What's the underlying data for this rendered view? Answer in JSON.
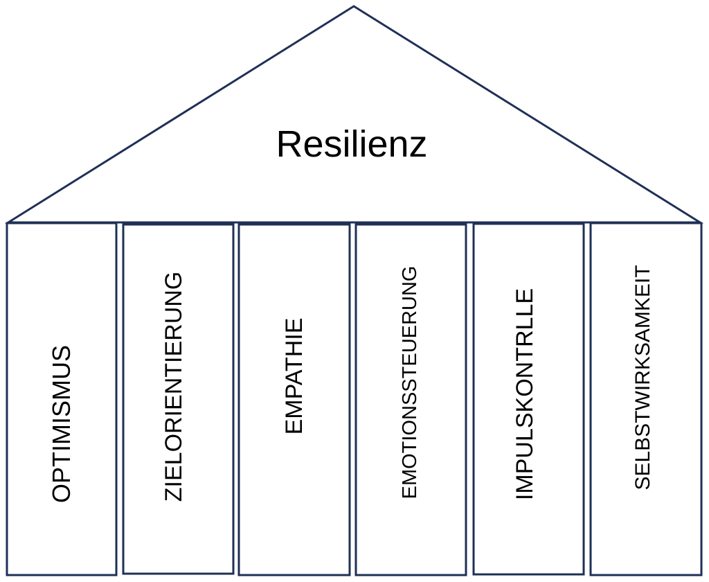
{
  "roof": {
    "title": "Resilienz"
  },
  "pillars": [
    {
      "label": "OPTIMISMUS"
    },
    {
      "label": "ZIELORIENTIERUNG"
    },
    {
      "label": "EMPATHIE"
    },
    {
      "label": "EMOTIONSSTEUERUNG"
    },
    {
      "label": "IMPULSKONTRLLE"
    },
    {
      "label": "SELBSTWIRKSAMKEIT"
    }
  ],
  "colors": {
    "outline": "#1f3056",
    "fill": "#ffffff",
    "text": "#000000"
  }
}
